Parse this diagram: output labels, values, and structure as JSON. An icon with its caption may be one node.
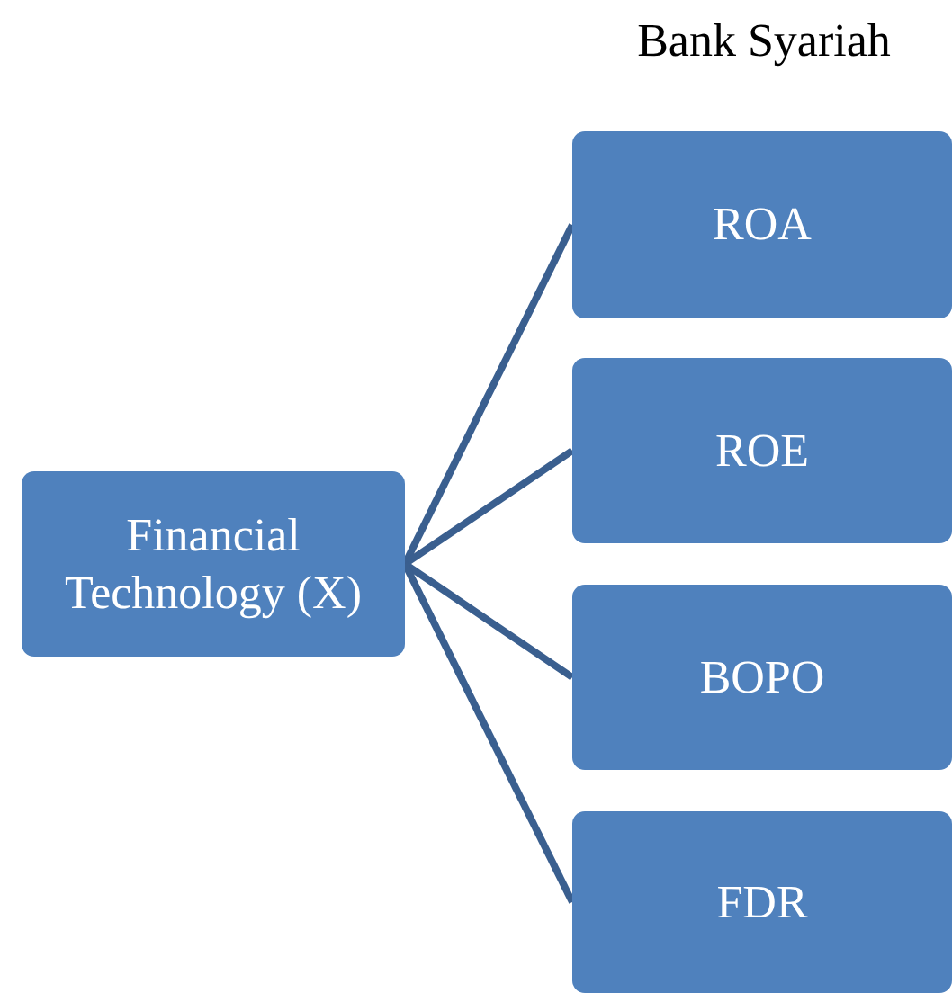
{
  "diagram": {
    "title": "Bank Syariah",
    "nodes": [
      {
        "text": [
          "Financial Technology (X)"
        ]
      },
      {
        "text": [
          "ROA"
        ]
      },
      {
        "text": [
          "ROE"
        ]
      },
      {
        "text": [
          "BOPO"
        ]
      },
      {
        "text": [
          "FDR"
        ]
      }
    ],
    "edges": [
      {
        "from": 0,
        "to": 1,
        "arrow": "none"
      },
      {
        "from": 0,
        "to": 2,
        "arrow": "none"
      },
      {
        "from": 0,
        "to": 3,
        "arrow": "none"
      },
      {
        "from": 0,
        "to": 4,
        "arrow": "none"
      }
    ]
  }
}
